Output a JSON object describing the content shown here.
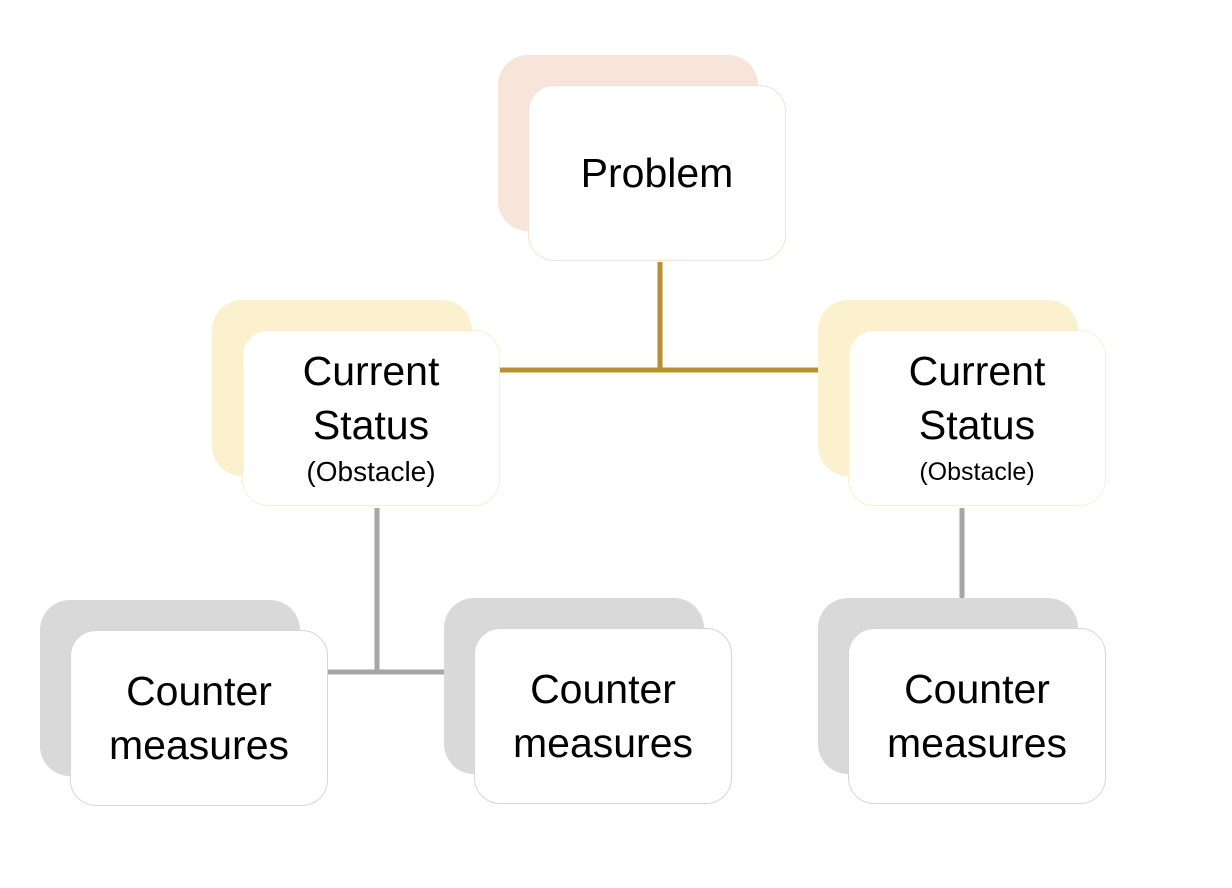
{
  "diagram": {
    "problem": {
      "label": "Problem",
      "colors": {
        "shadow": "#f7e5d9",
        "border": "#f4e2d6"
      }
    },
    "statuses": [
      {
        "label_line1": "Current",
        "label_line2": "Status",
        "sub_label": "(Obstacle)"
      },
      {
        "label_line1": "Current",
        "label_line2": "Status",
        "sub_label": "(Obstacle)"
      }
    ],
    "countermeasures": [
      {
        "label_line1": "Counter",
        "label_line2": "measures"
      },
      {
        "label_line1": "Counter",
        "label_line2": "measures"
      },
      {
        "label_line1": "Counter",
        "label_line2": "measures"
      }
    ],
    "colors": {
      "top_connector": "#b8912f",
      "lower_connector": "#a6a6a6",
      "status_shadow": "#fcf1cf",
      "counter_shadow": "#d9d9d9"
    }
  }
}
